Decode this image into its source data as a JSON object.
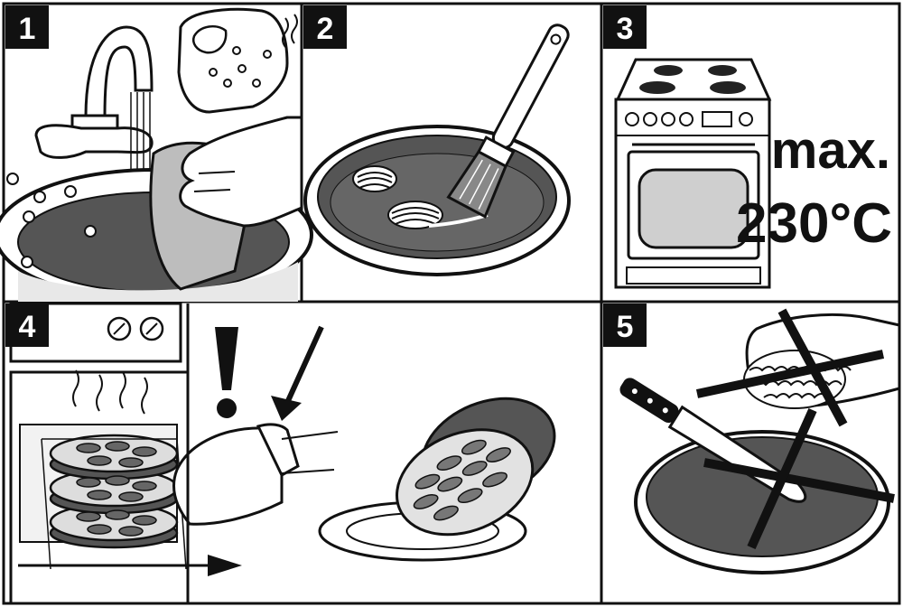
{
  "panels": [
    {
      "number": "1",
      "icon": "washing-pan-icon"
    },
    {
      "number": "2",
      "icon": "greasing-pan-icon"
    },
    {
      "number": "3",
      "icon": "oven-icon"
    },
    {
      "number": "4",
      "icon": "oven-removal-icon"
    },
    {
      "number": "5",
      "icon": "no-cutting-icon"
    }
  ],
  "oven_note": {
    "line1": "max.",
    "line2": "230°C"
  },
  "warning_mark": "!",
  "colors": {
    "ink": "#111111",
    "grey": "#555555",
    "light": "#cfcfcf",
    "paper": "#ffffff"
  }
}
